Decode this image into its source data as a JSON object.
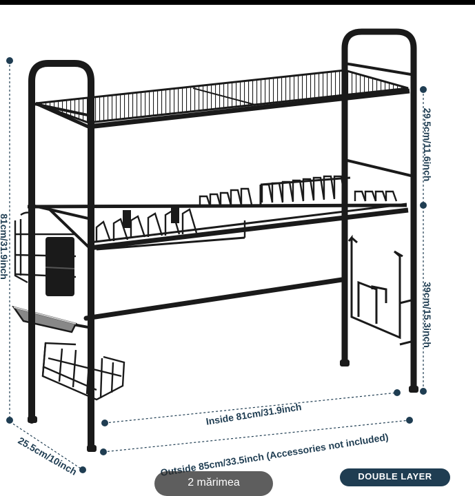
{
  "dimensions": {
    "shelf_gap": "29.5cm/11.6inch",
    "lower_gap": "39cm/15.3inch",
    "total_height": "81cm/31.9inch",
    "inside_width": "Inside 81cm/31.9inch",
    "outside_width": "Outside 85cm/33.5inch (Accessories not included)",
    "depth": "25.5cm/10inch"
  },
  "overlay": {
    "variants": "2 mărimea"
  },
  "badge": {
    "label": "DOUBLE LAYER"
  },
  "colors": {
    "rack": "#1a1a1a",
    "dimension": "#1f3d52",
    "background": "#ffffff"
  }
}
